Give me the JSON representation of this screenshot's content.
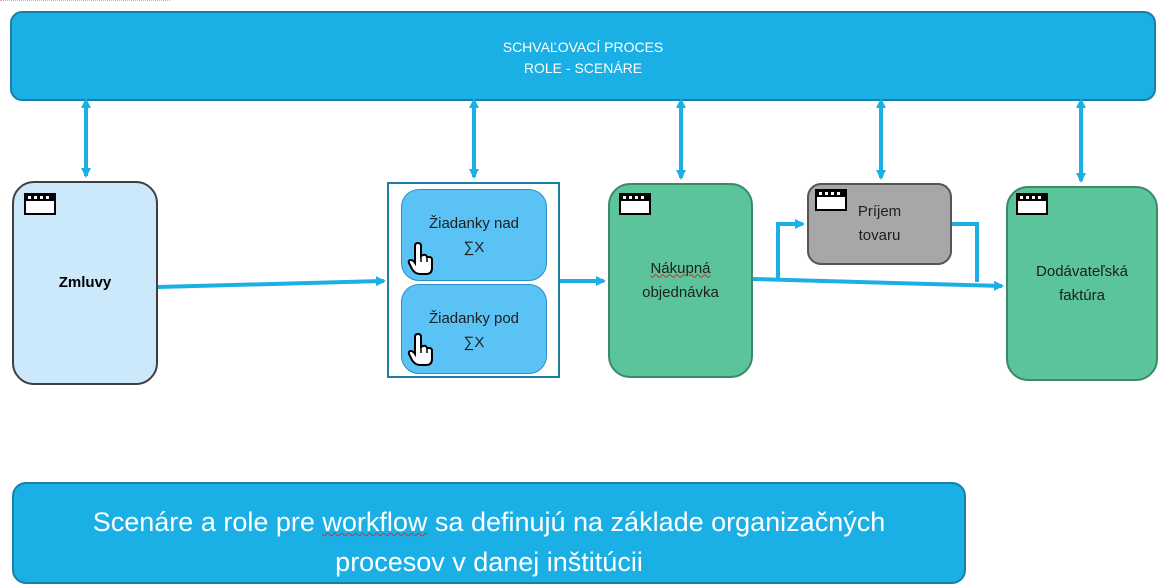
{
  "header": {
    "line1": "SCHVAĽOVACÍ PROCES",
    "line2": "ROLE - SCENÁRE"
  },
  "nodes": {
    "zmluvy": "Zmluvy",
    "ziadanky_nad": {
      "line1": "Žiadanky nad",
      "line2": "∑X"
    },
    "ziadanky_pod": {
      "line1": "Žiadanky pod",
      "line2": "∑X"
    },
    "nakupna_line1": "Nákupná",
    "nakupna_line2": "objednávka",
    "prijem": {
      "line1": "Príjem",
      "line2": "tovaru"
    },
    "dodavatelska": {
      "line1": "Dodávateľská",
      "line2": "faktúra"
    }
  },
  "note": {
    "part1": "Scenáre a role pre ",
    "part2": "workflow",
    "part3": " sa definujú na základe organizačných",
    "line2": "procesov v danej inštitúcii"
  },
  "colors": {
    "header": "#1ab0e6",
    "arrow": "#1ab0e6",
    "green": "#5bc49b",
    "gray": "#a7a7a7",
    "light_blue": "#cce9fb",
    "mid_blue": "#5ac2f5"
  },
  "icons": [
    "clapperboard-icon",
    "pointing-hand-icon"
  ]
}
